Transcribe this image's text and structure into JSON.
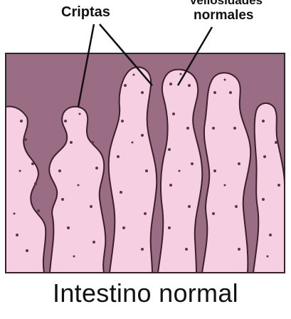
{
  "labels": {
    "criptas": "Criptas",
    "top_partial": "Vellosidades",
    "normales": "normales"
  },
  "caption": "Intestino normal",
  "colors": {
    "crypt_fill": "#9a6d84",
    "villus_fill": "#f6cfe2",
    "outline": "#3a1f2c",
    "dots": "#5e3548",
    "frame": "#2a2a2a"
  }
}
